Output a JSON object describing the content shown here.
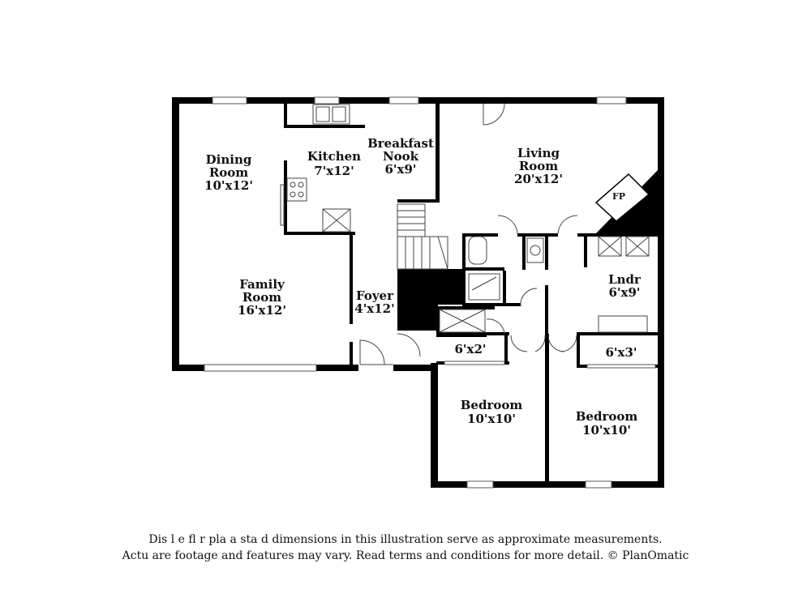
{
  "rooms": {
    "dining": {
      "name": [
        "Dining",
        "Room"
      ],
      "dims": "10'x12'"
    },
    "kitchen": {
      "name": [
        "Kitchen"
      ],
      "dims": "7'x12'"
    },
    "breakfast": {
      "name": [
        "Breakfast",
        "Nook"
      ],
      "dims": "6'x9'"
    },
    "living": {
      "name": [
        "Living",
        "Room"
      ],
      "dims": "20'x12'"
    },
    "family": {
      "name": [
        "Family",
        "Room"
      ],
      "dims": "16'x12'"
    },
    "foyer": {
      "name": [
        "Foyer"
      ],
      "dims": "4'x12'"
    },
    "laundry": {
      "name": [
        "Lndr"
      ],
      "dims": "6'x9'"
    },
    "closet1": {
      "dims": "6'x2'"
    },
    "closet2": {
      "dims": "6'x3'"
    },
    "bedroom1": {
      "name": [
        "Bedroom"
      ],
      "dims": "10'x10'"
    },
    "bedroom2": {
      "name": [
        "Bedroom"
      ],
      "dims": "10'x10'"
    }
  },
  "fireplace_label": "FP",
  "disclaimer": {
    "line1": "Dis    l  e fl  r pla  a  sta  d dimensions in this illustration serve as approximate measurements.",
    "line2": "Actu    are footage and features may vary. Read terms and conditions for more detail. © PlanOmatic"
  }
}
